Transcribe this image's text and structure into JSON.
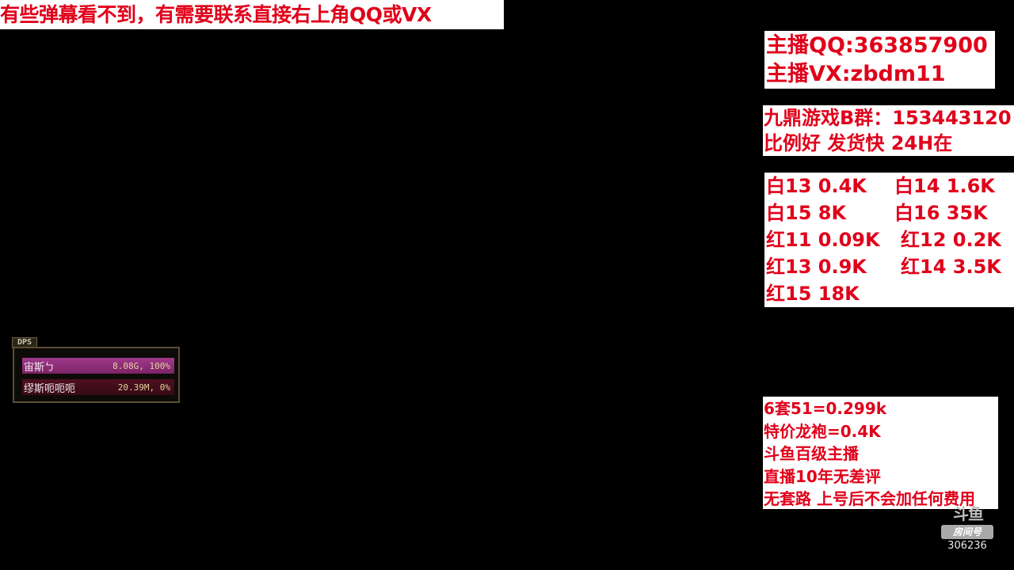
{
  "banner": {
    "text": "有些弹幕看不到，有需要联系直接右上角QQ或VX"
  },
  "contact": {
    "qq": "主播QQ:363857900",
    "vx": "主播VX:zbdm11"
  },
  "group": {
    "line1": "九鼎游戏B群：153443120",
    "line2": "比例好 发货快 24H在"
  },
  "prices": {
    "rows": [
      [
        "白13  0.4K",
        "白14  1.6K"
      ],
      [
        "白15  8K",
        "白16 35K"
      ],
      [
        "红11  0.09K",
        "红12  0.2K"
      ],
      [
        "红13  0.9K",
        "红14  3.5K"
      ],
      [
        "红15  18K",
        ""
      ]
    ]
  },
  "promo": {
    "lines": [
      "6套51=0.299k",
      "特价龙袍=0.4K",
      "斗鱼百级主播",
      "直播10年无差评",
      "无套路  上号后不会加任何费用"
    ]
  },
  "dps": {
    "title": "DPS",
    "rows": [
      {
        "name": "宙斯ㄅ",
        "value": "8.08G, 100%"
      },
      {
        "name": "缪斯呃呃呃",
        "value": "20.39M, 0%"
      }
    ]
  },
  "watermark": {
    "logo": "斗鱼",
    "room_label": "房间号",
    "room_number": "306236"
  },
  "colors": {
    "text_red": "#e0001a",
    "dps_bar_1": "#8e2e7a",
    "dps_bar_2": "#420c1a"
  }
}
